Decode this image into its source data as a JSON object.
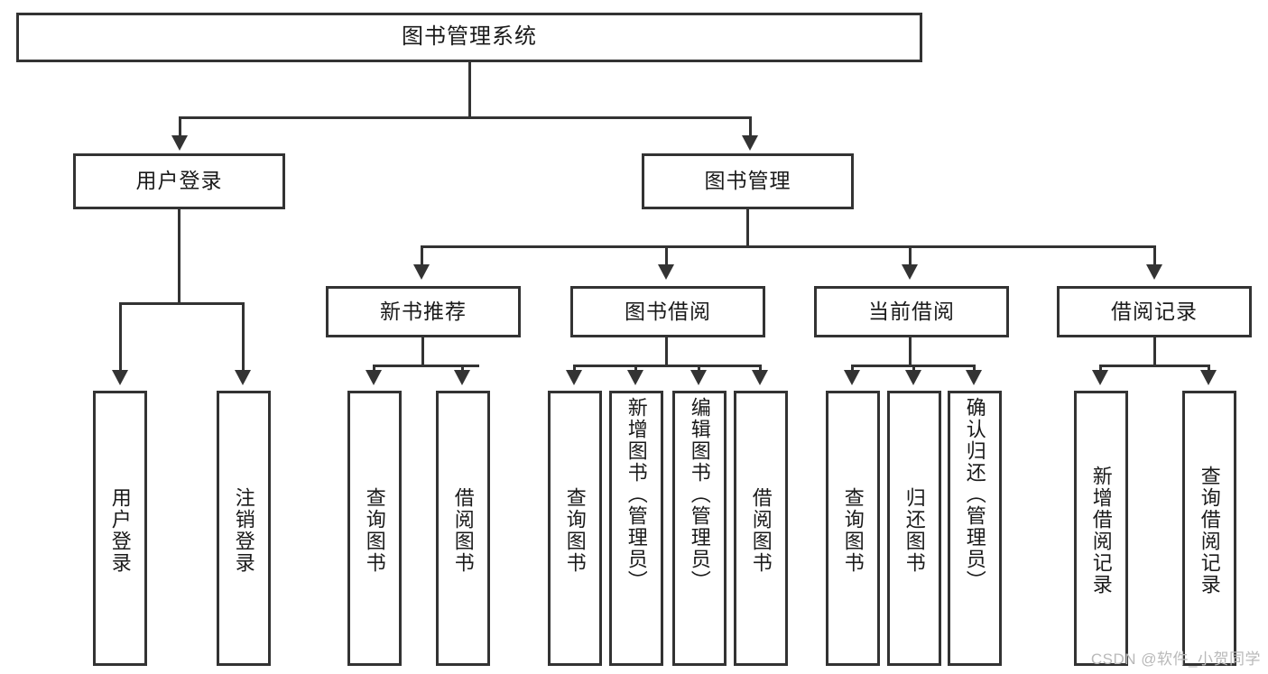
{
  "diagram": {
    "type": "tree-hierarchy",
    "title": "图书管理系统",
    "root": {
      "label": "图书管理系统"
    },
    "level2": [
      {
        "id": "user-login",
        "label": "用户登录"
      },
      {
        "id": "book-management",
        "label": "图书管理"
      }
    ],
    "level3": [
      {
        "id": "new-book-recommend",
        "label": "新书推荐",
        "parent": "book-management"
      },
      {
        "id": "book-borrow",
        "label": "图书借阅",
        "parent": "book-management"
      },
      {
        "id": "current-borrow",
        "label": "当前借阅",
        "parent": "book-management"
      },
      {
        "id": "borrow-record",
        "label": "借阅记录",
        "parent": "book-management"
      }
    ],
    "leaves": {
      "user_login": [
        {
          "id": "leaf-user-login",
          "label": "用户登录"
        },
        {
          "id": "leaf-logout-login",
          "label": "注销登录"
        }
      ],
      "new_book_recommend": [
        {
          "id": "leaf-query-book-1",
          "label": "查询图书"
        },
        {
          "id": "leaf-borrow-book-1",
          "label": "借阅图书"
        }
      ],
      "book_borrow": [
        {
          "id": "leaf-query-book-2",
          "label": "查询图书"
        },
        {
          "id": "leaf-add-book",
          "label": "新增图书（管理员）"
        },
        {
          "id": "leaf-edit-book",
          "label": "编辑图书（管理员）"
        },
        {
          "id": "leaf-borrow-book-2",
          "label": "借阅图书"
        }
      ],
      "current_borrow": [
        {
          "id": "leaf-query-book-3",
          "label": "查询图书"
        },
        {
          "id": "leaf-return-book",
          "label": "归还图书"
        },
        {
          "id": "leaf-confirm-return",
          "label": "确认归还（管理员）"
        }
      ],
      "borrow_record": [
        {
          "id": "leaf-add-record",
          "label": "新增借阅记录"
        },
        {
          "id": "leaf-query-record",
          "label": "查询借阅记录"
        }
      ]
    },
    "colors": {
      "stroke": "#333333",
      "fill": "#ffffff",
      "text": "#1a1a1a",
      "watermark": "#b9b9b9"
    }
  },
  "watermark": {
    "text": "CSDN @软件_小贺同学"
  }
}
